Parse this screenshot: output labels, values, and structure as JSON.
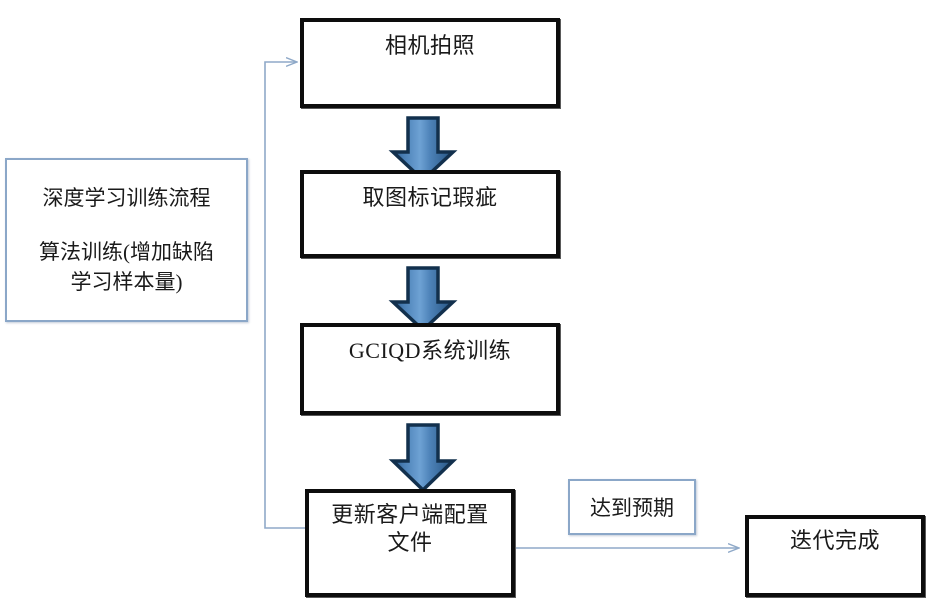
{
  "diagram": {
    "title": "深度学习训练流程",
    "process_boxes": [
      {
        "id": "camera",
        "label": "相机拍照"
      },
      {
        "id": "mark-defect",
        "label": "取图标记瑕疵"
      },
      {
        "id": "gciqd-training",
        "label": "GCIQD系统训练"
      },
      {
        "id": "update-client-config",
        "label": "更新客户端配置\n文件"
      },
      {
        "id": "iteration-complete",
        "label": "迭代完成"
      }
    ],
    "side_panel": {
      "heading": "深度学习训练流程",
      "body": "算法训练(增加缺陷\n学习样本量)"
    },
    "edge_labels": [
      {
        "id": "meets-expectation",
        "label": "达到预期"
      }
    ],
    "colors": {
      "box_border": "#0d0d0d",
      "note_border": "#8ba7c8",
      "arrow_fill_light": "#5b8fc9",
      "arrow_fill_dark": "#2e5f8f",
      "arrow_stroke": "#12304d",
      "connector_line": "#8fa9c8",
      "background": "#ffffff",
      "text": "#1a1a1a"
    }
  }
}
